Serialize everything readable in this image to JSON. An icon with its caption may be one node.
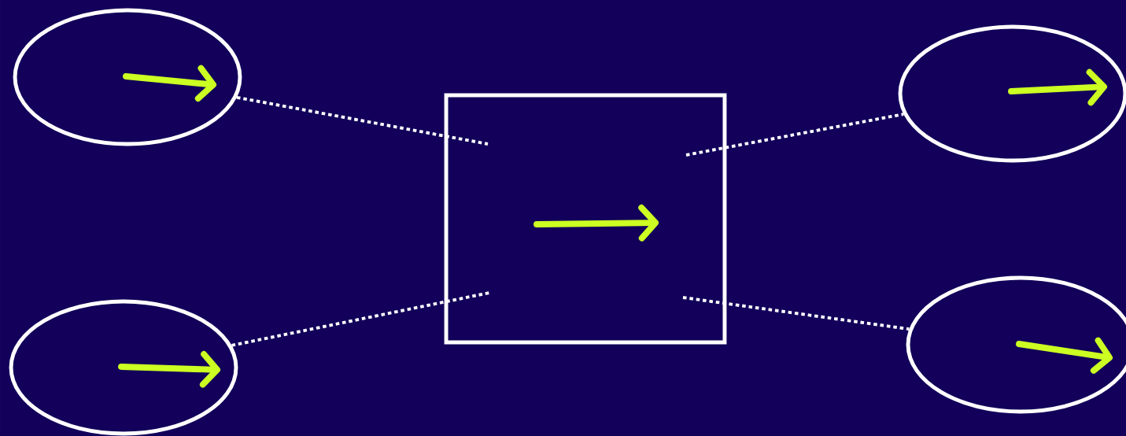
{
  "diagram": {
    "nodes": [
      {
        "text": [],
        "shape": "ellipse"
      },
      {
        "text": [],
        "shape": "ellipse"
      },
      {
        "text": [],
        "shape": "box"
      },
      {
        "text": [],
        "shape": "ellipse"
      },
      {
        "text": [],
        "shape": "ellipse"
      }
    ],
    "edges": [
      {
        "from": 0,
        "to": 2,
        "arrow": "none",
        "style": "dashed"
      },
      {
        "from": 1,
        "to": 2,
        "arrow": "none",
        "style": "dashed"
      },
      {
        "from": 2,
        "to": 3,
        "arrow": "none",
        "style": "dashed"
      },
      {
        "from": 2,
        "to": 4,
        "arrow": "none",
        "style": "dashed"
      }
    ]
  }
}
